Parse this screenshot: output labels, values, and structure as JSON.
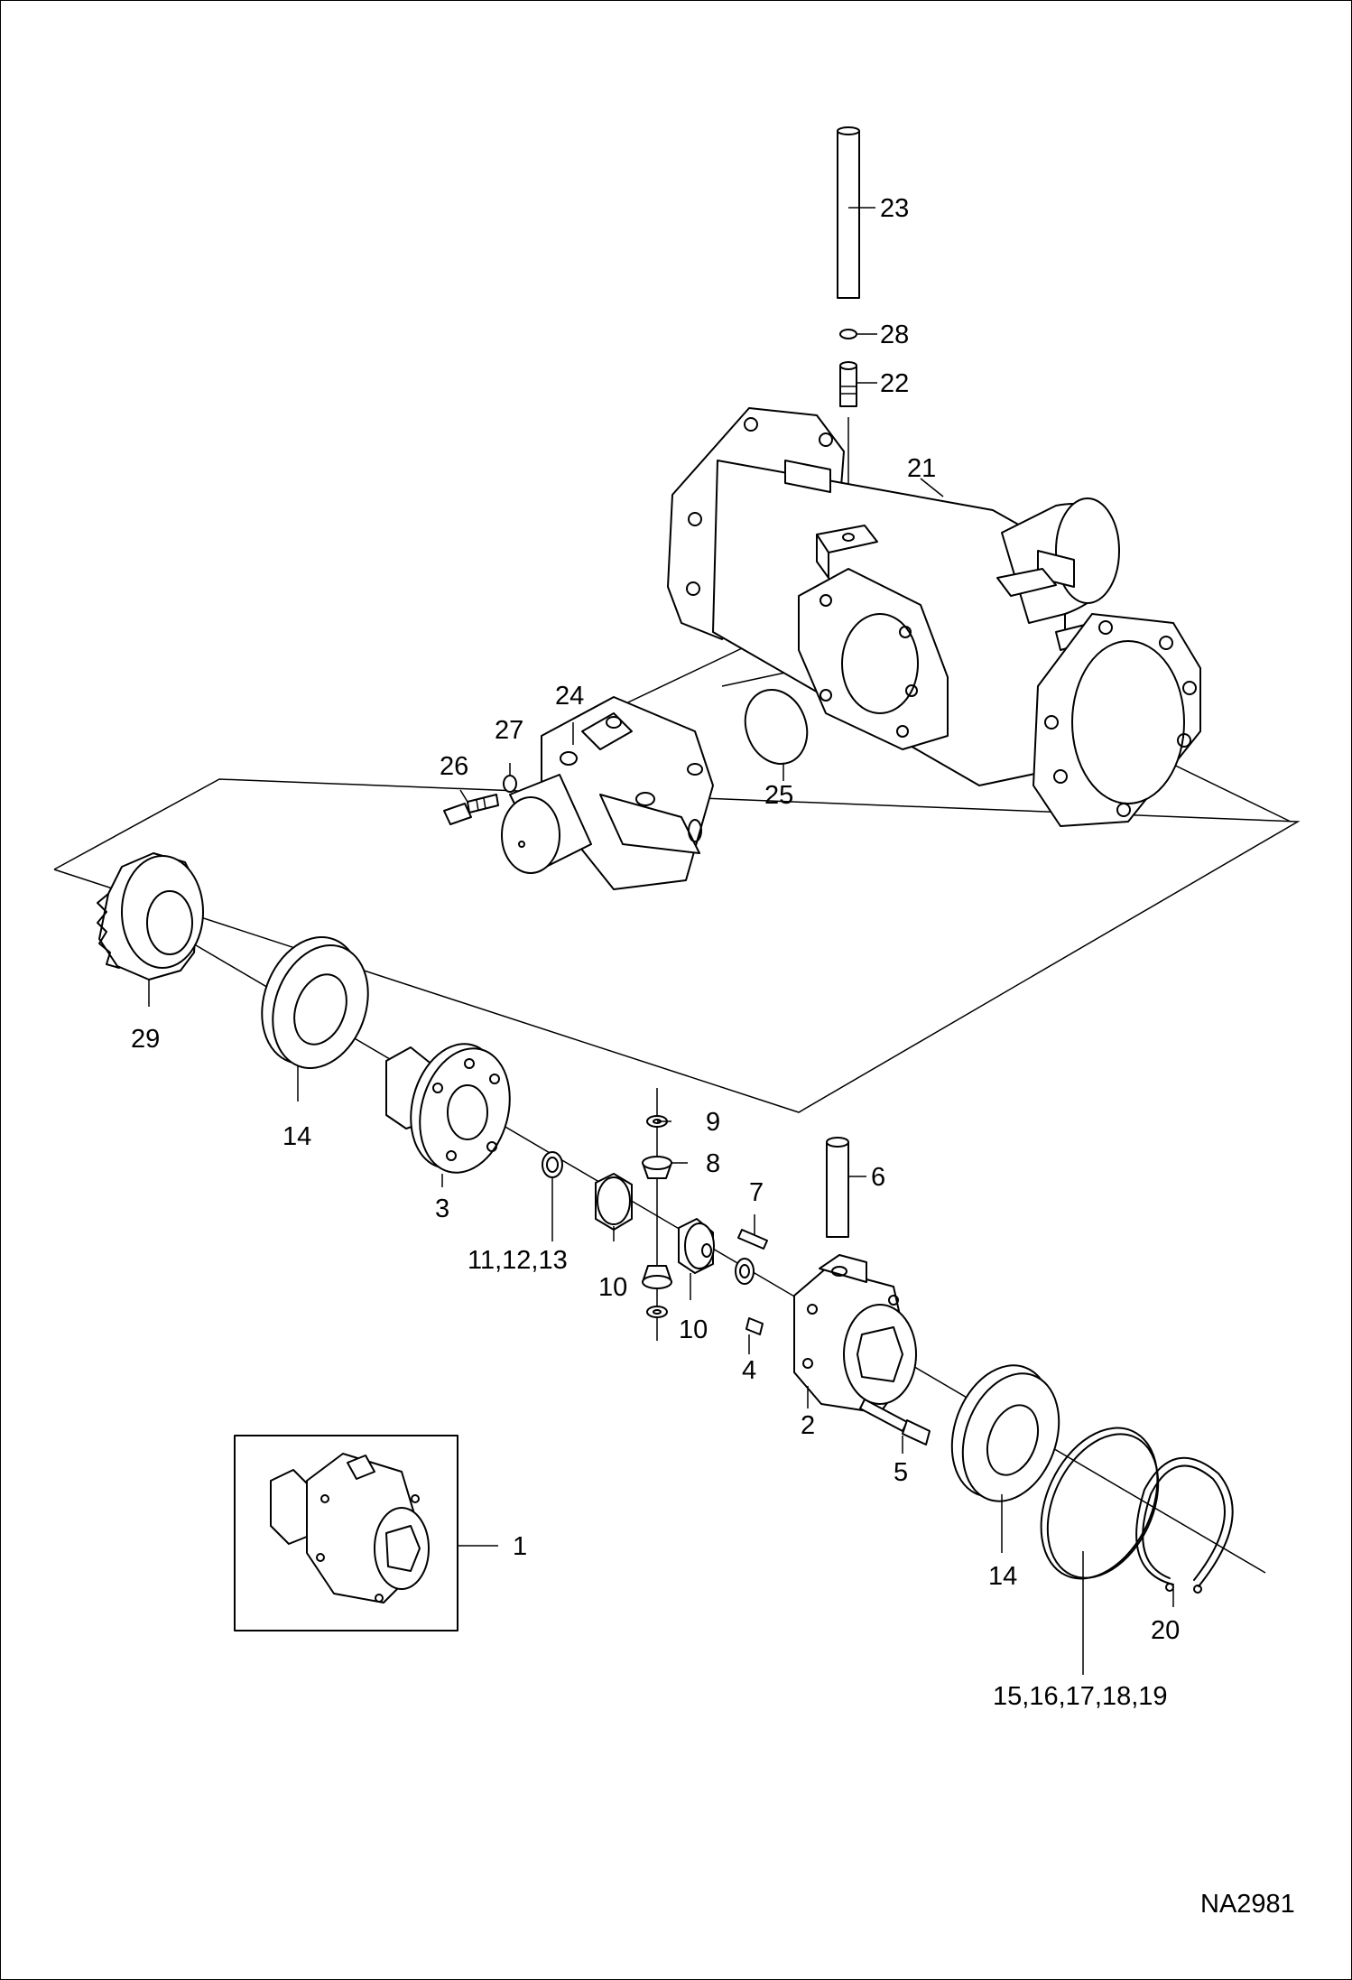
{
  "drawing_code": "NA2981",
  "callouts": {
    "c1": "1",
    "c2": "2",
    "c3": "3",
    "c4": "4",
    "c5": "5",
    "c6": "6",
    "c7": "7",
    "c8": "8",
    "c9": "9",
    "c10a": "10",
    "c10b": "10",
    "c11_13": "11,12,13",
    "c14a": "14",
    "c14b": "14",
    "c15_19": "15,16,17,18,19",
    "c20": "20",
    "c21": "21",
    "c22": "22",
    "c23": "23",
    "c24": "24",
    "c25": "25",
    "c26": "26",
    "c27": "27",
    "c28": "28",
    "c29": "29"
  }
}
